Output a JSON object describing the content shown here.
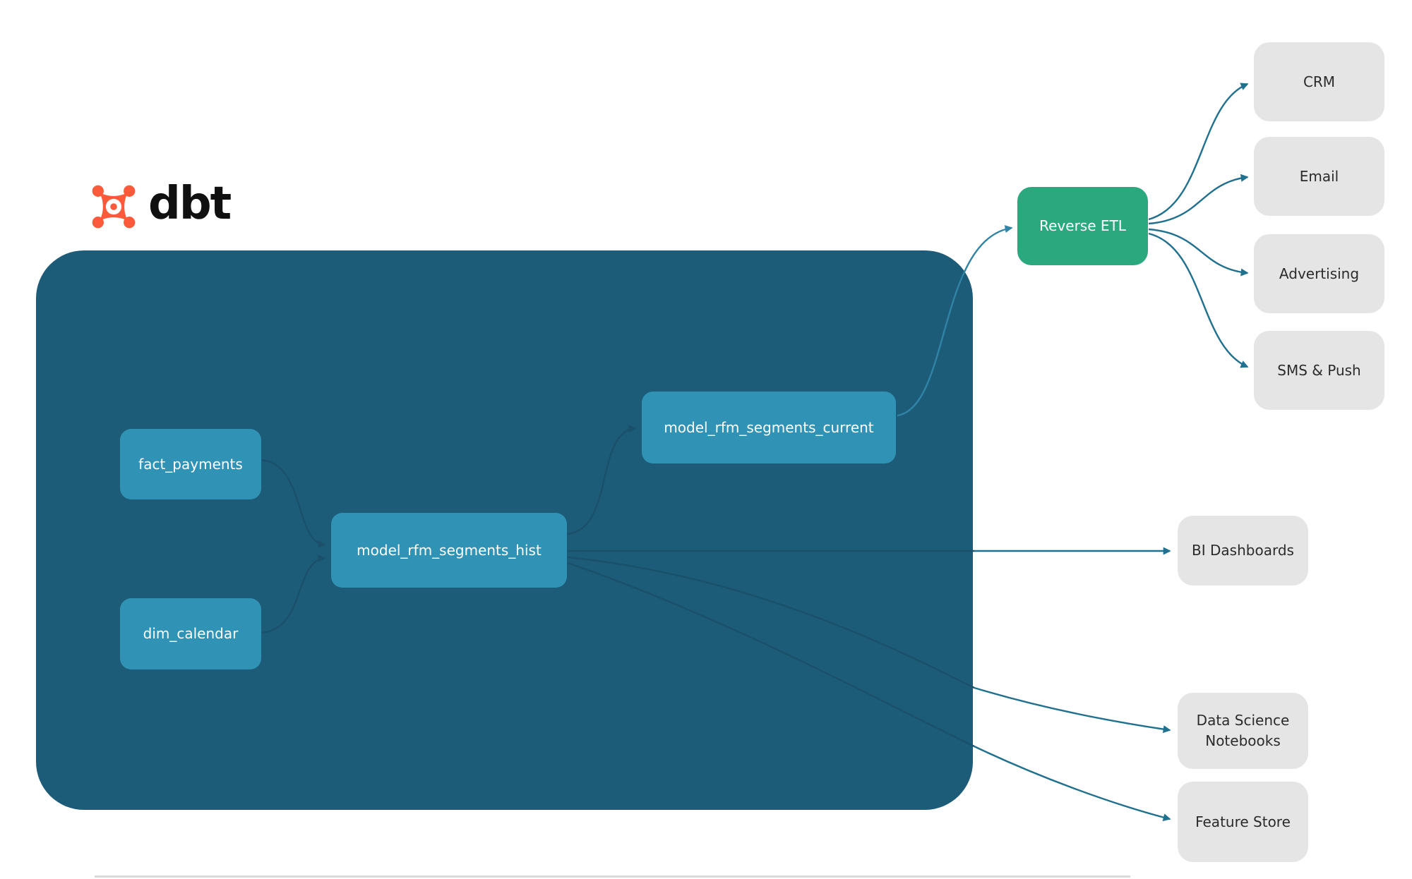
{
  "logo": {
    "brand": "dbt"
  },
  "diagram": {
    "warehouse_nodes": [
      {
        "id": "fact_payments",
        "label": "fact_payments"
      },
      {
        "id": "dim_calendar",
        "label": "dim_calendar"
      },
      {
        "id": "model_rfm_segments_hist",
        "label": "model_rfm_segments_hist"
      },
      {
        "id": "model_rfm_segments_current",
        "label": "model_rfm_segments_current"
      }
    ],
    "activation_node": {
      "label": "Reverse ETL"
    },
    "destination_nodes": [
      {
        "id": "crm",
        "label": "CRM"
      },
      {
        "id": "email",
        "label": "Email"
      },
      {
        "id": "advertising",
        "label": "Advertising"
      },
      {
        "id": "sms_push",
        "label": "SMS & Push"
      },
      {
        "id": "bi",
        "label": "BI Dashboards"
      },
      {
        "id": "ds",
        "label": "Data Science Notebooks"
      },
      {
        "id": "fs",
        "label": "Feature Store"
      }
    ],
    "edges": [
      {
        "from": "fact_payments",
        "to": "model_rfm_segments_hist"
      },
      {
        "from": "dim_calendar",
        "to": "model_rfm_segments_hist"
      },
      {
        "from": "model_rfm_segments_hist",
        "to": "model_rfm_segments_current"
      },
      {
        "from": "model_rfm_segments_current",
        "to": "Reverse ETL"
      },
      {
        "from": "Reverse ETL",
        "to": "CRM"
      },
      {
        "from": "Reverse ETL",
        "to": "Email"
      },
      {
        "from": "Reverse ETL",
        "to": "Advertising"
      },
      {
        "from": "Reverse ETL",
        "to": "SMS & Push"
      },
      {
        "from": "model_rfm_segments_hist",
        "to": "BI Dashboards"
      },
      {
        "from": "model_rfm_segments_hist",
        "to": "Data Science Notebooks"
      },
      {
        "from": "model_rfm_segments_hist",
        "to": "Feature Store"
      }
    ],
    "colors": {
      "warehouse_container": "#1d5c79",
      "model_node": "#3093b5",
      "reverse_etl_node": "#2ca87e",
      "destination_node": "#e5e5e5",
      "edge": "#20708f",
      "dbt_orange": "#fc5a3b"
    }
  }
}
